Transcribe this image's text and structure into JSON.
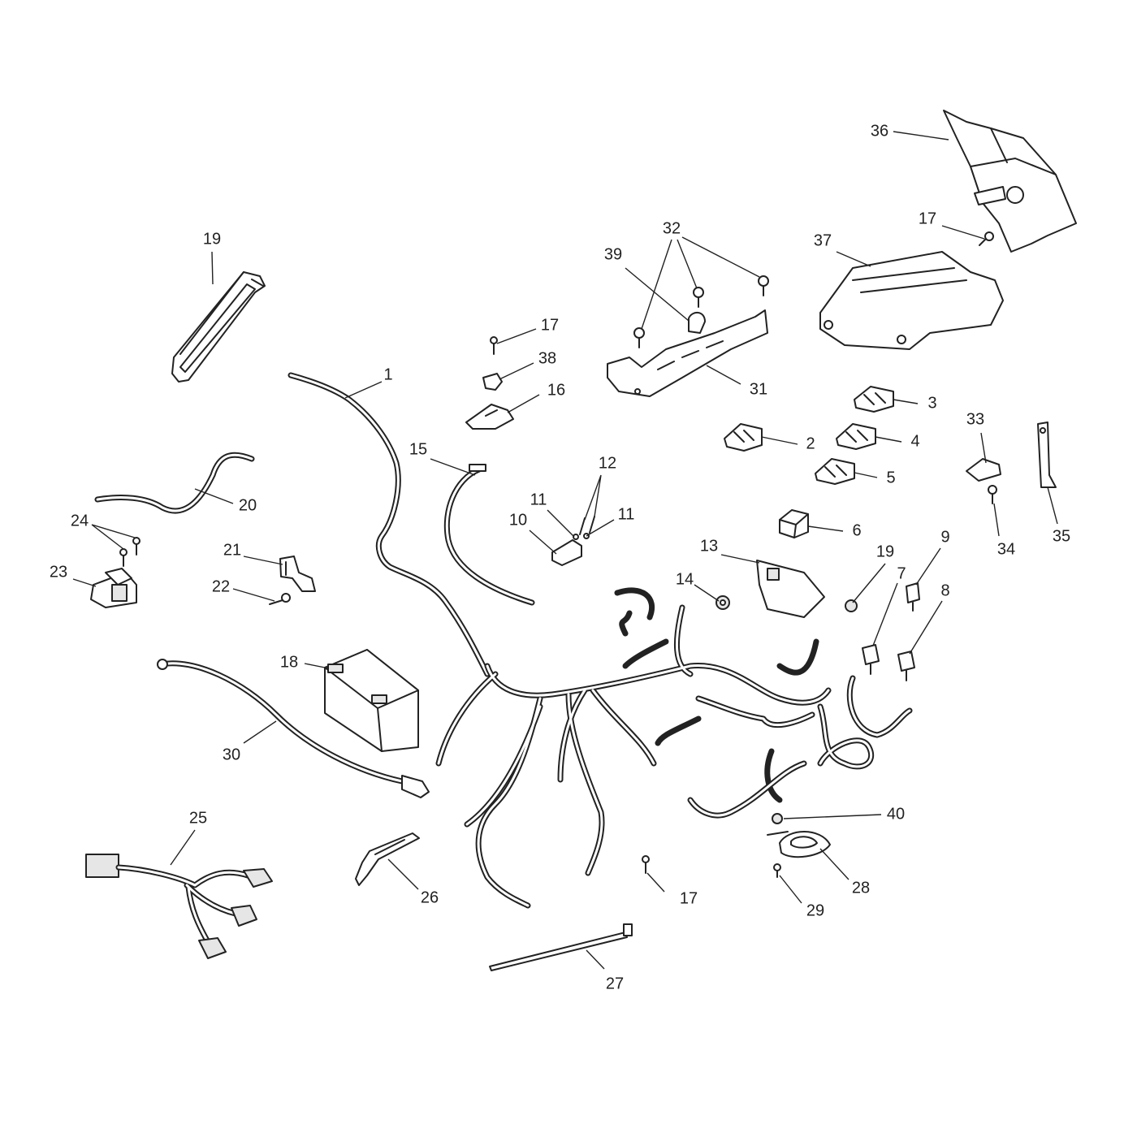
{
  "callouts": [
    {
      "id": "c1",
      "text": "1"
    },
    {
      "id": "c2",
      "text": "2"
    },
    {
      "id": "c3",
      "text": "3"
    },
    {
      "id": "c4",
      "text": "4"
    },
    {
      "id": "c5",
      "text": "5"
    },
    {
      "id": "c6",
      "text": "6"
    },
    {
      "id": "c7",
      "text": "7"
    },
    {
      "id": "c8",
      "text": "8"
    },
    {
      "id": "c9",
      "text": "9"
    },
    {
      "id": "c10",
      "text": "10"
    },
    {
      "id": "c11a",
      "text": "11"
    },
    {
      "id": "c11b",
      "text": "11"
    },
    {
      "id": "c12",
      "text": "12"
    },
    {
      "id": "c13",
      "text": "13"
    },
    {
      "id": "c14",
      "text": "14"
    },
    {
      "id": "c15",
      "text": "15"
    },
    {
      "id": "c16",
      "text": "16"
    },
    {
      "id": "c17a",
      "text": "17"
    },
    {
      "id": "c17b",
      "text": "17"
    },
    {
      "id": "c17c",
      "text": "17"
    },
    {
      "id": "c18",
      "text": "18"
    },
    {
      "id": "c19a",
      "text": "19"
    },
    {
      "id": "c19b",
      "text": "19"
    },
    {
      "id": "c20",
      "text": "20"
    },
    {
      "id": "c21",
      "text": "21"
    },
    {
      "id": "c22",
      "text": "22"
    },
    {
      "id": "c23",
      "text": "23"
    },
    {
      "id": "c24",
      "text": "24"
    },
    {
      "id": "c25",
      "text": "25"
    },
    {
      "id": "c26",
      "text": "26"
    },
    {
      "id": "c27",
      "text": "27"
    },
    {
      "id": "c28",
      "text": "28"
    },
    {
      "id": "c29",
      "text": "29"
    },
    {
      "id": "c30",
      "text": "30"
    },
    {
      "id": "c31",
      "text": "31"
    },
    {
      "id": "c32",
      "text": "32"
    },
    {
      "id": "c33",
      "text": "33"
    },
    {
      "id": "c34",
      "text": "34"
    },
    {
      "id": "c35",
      "text": "35"
    },
    {
      "id": "c36",
      "text": "36"
    },
    {
      "id": "c37",
      "text": "37"
    },
    {
      "id": "c38",
      "text": "38"
    },
    {
      "id": "c39",
      "text": "39"
    },
    {
      "id": "c40",
      "text": "40"
    }
  ]
}
